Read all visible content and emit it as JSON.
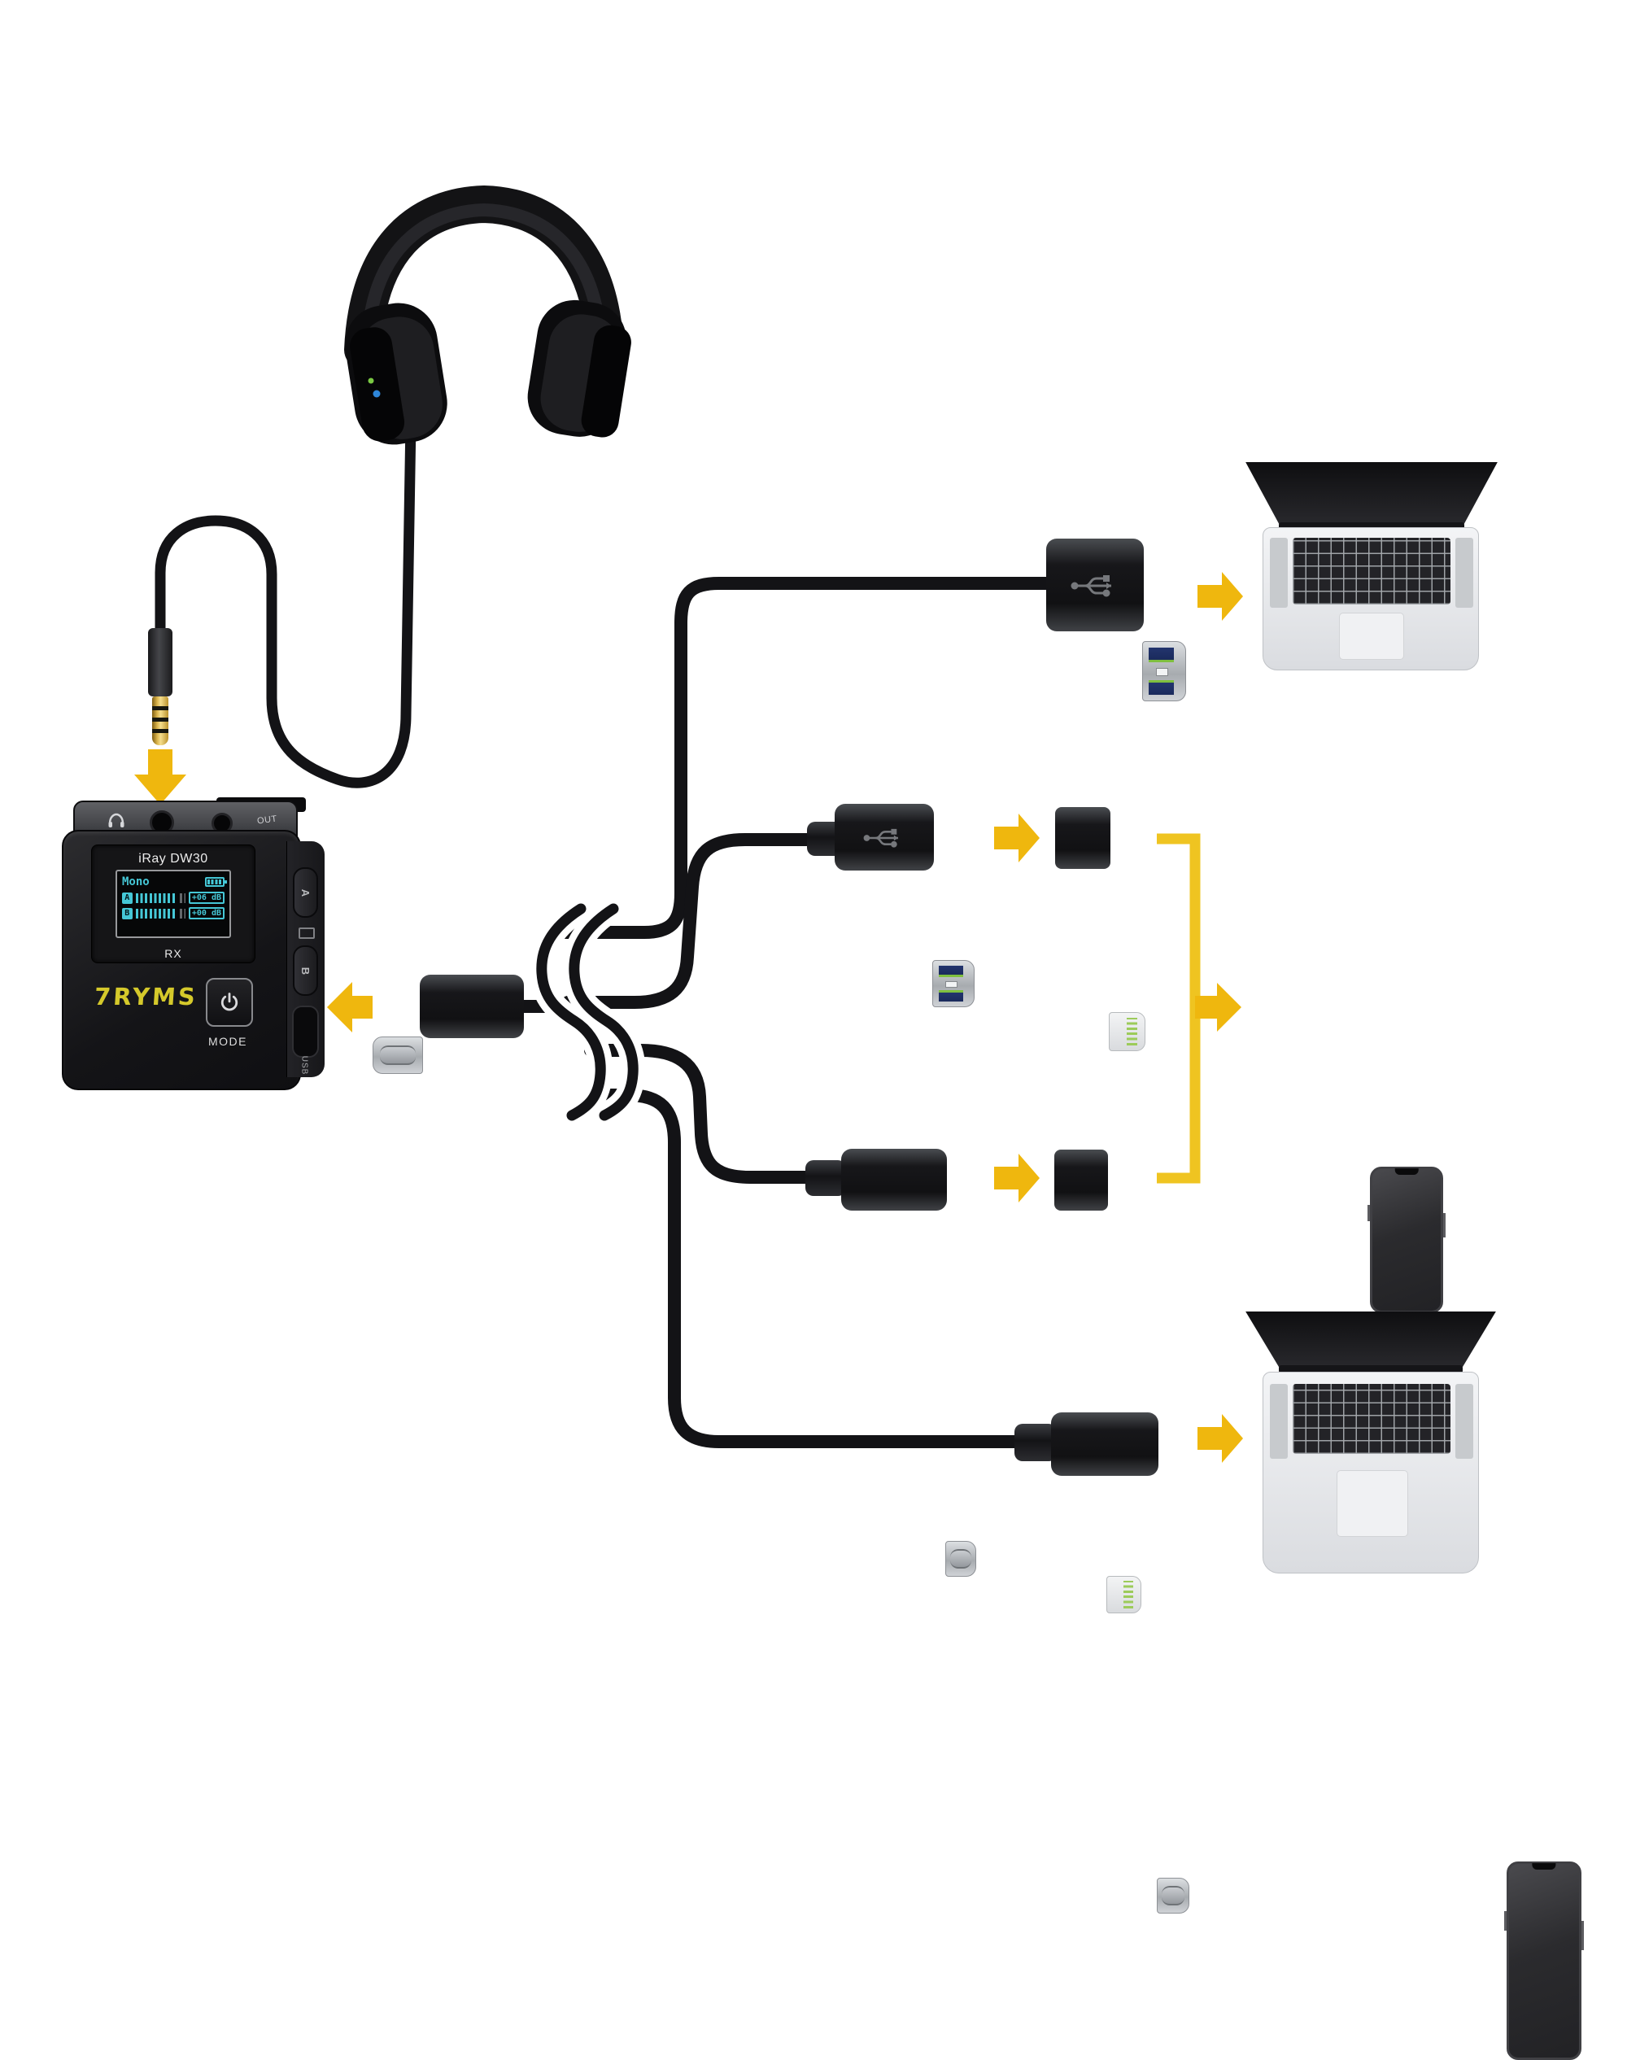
{
  "colors": {
    "background": "#FFFFFF",
    "arrow_yellow": "#EFB70E",
    "bracket_yellow": "#EFC421",
    "display_cyan": "#45C7D6",
    "logo_yellow": "#D5C92B",
    "cable_black": "#131316"
  },
  "receiver": {
    "model": "iRay DW30",
    "brand": "7RYMS",
    "unit_label": "RX",
    "mode_button_label": "MODE",
    "screen": {
      "mode": "Mono",
      "channels": [
        {
          "id": "A",
          "gain": "+06 dB"
        },
        {
          "id": "B",
          "gain": "+00 dB"
        }
      ]
    },
    "side": {
      "button_a": "A",
      "button_b": "B",
      "usb_label": "USB"
    },
    "top": {
      "out_label": "OUT"
    }
  },
  "icons": {
    "arrow_down": "block-arrow-down",
    "arrow_left": "block-arrow-left",
    "arrow_right": "block-arrow-right",
    "usb_trident": "usb-trident-icon",
    "power": "power-icon",
    "headphone_jack": "headphone-icon",
    "battery": "battery-icon"
  },
  "devices": {
    "headphones": "over-ear-headphones",
    "top_laptop": "laptop-top-view",
    "bottom_laptop": "laptop-top-view",
    "middle_phone": "smartphone",
    "bottom_phone": "smartphone"
  },
  "connectors": {
    "headphone_plug": "3.5mm-trrs-plug",
    "main_plug": "usb-c-plug",
    "branch_top": "usb-a-plug",
    "branch_mid_usb_a": "usb-a-plug",
    "branch_mid_usb_c": "usb-c-plug",
    "lightning_adapter_top": "lightning-adapter",
    "lightning_adapter_bottom": "lightning-adapter",
    "branch_bottom": "usb-c-plug"
  }
}
